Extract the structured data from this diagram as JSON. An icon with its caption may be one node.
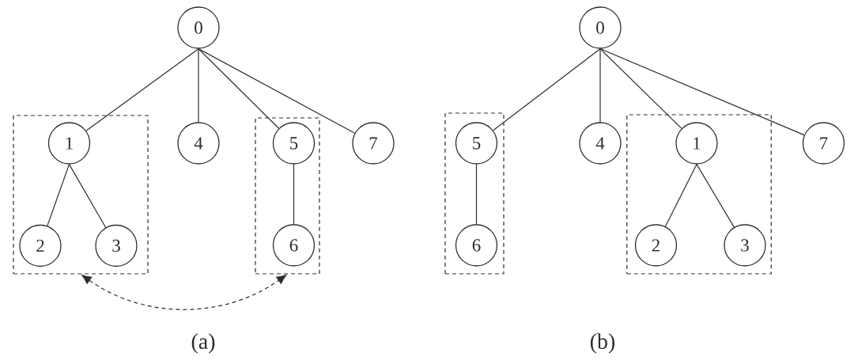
{
  "diagram": {
    "nodes": [
      {
        "text": [
          "0"
        ]
      },
      {
        "text": [],
        "shape": "box"
      },
      {
        "text": [
          "1"
        ],
        "in": 1
      },
      {
        "text": [
          "4"
        ]
      },
      {
        "text": [],
        "shape": "box"
      },
      {
        "text": [
          "5"
        ],
        "in": 4
      },
      {
        "text": [
          "7"
        ]
      },
      {
        "text": [
          "2"
        ],
        "in": 1
      },
      {
        "text": [
          "3"
        ],
        "in": 1
      },
      {
        "text": [
          "6"
        ],
        "in": 4
      },
      {
        "text": [
          "0"
        ]
      },
      {
        "text": [],
        "shape": "box"
      },
      {
        "text": [
          "5"
        ],
        "in": 11
      },
      {
        "text": [
          "4"
        ]
      },
      {
        "text": [],
        "shape": "box"
      },
      {
        "text": [
          "1"
        ],
        "in": 14
      },
      {
        "text": [
          "7"
        ]
      },
      {
        "text": [
          "6"
        ],
        "in": 11
      },
      {
        "text": [
          "2"
        ],
        "in": 14
      },
      {
        "text": [
          "3"
        ],
        "in": 14
      }
    ],
    "edges": [
      {
        "from": 0,
        "to": 2,
        "arrow": "none"
      },
      {
        "from": 0,
        "to": 3,
        "arrow": "none"
      },
      {
        "from": 0,
        "to": 5,
        "arrow": "none"
      },
      {
        "from": 0,
        "to": 6,
        "arrow": "none"
      },
      {
        "from": 2,
        "to": 7,
        "arrow": "none"
      },
      {
        "from": 2,
        "to": 8,
        "arrow": "none"
      },
      {
        "from": 5,
        "to": 9,
        "arrow": "none"
      },
      {
        "from": 1,
        "to": 4,
        "arrow": "both",
        "style": "dashed"
      },
      {
        "from": 10,
        "to": 12,
        "arrow": "none"
      },
      {
        "from": 10,
        "to": 13,
        "arrow": "none"
      },
      {
        "from": 10,
        "to": 15,
        "arrow": "none"
      },
      {
        "from": 10,
        "to": 16,
        "arrow": "none"
      },
      {
        "from": 12,
        "to": 17,
        "arrow": "none"
      },
      {
        "from": 15,
        "to": 18,
        "arrow": "none"
      },
      {
        "from": 15,
        "to": 19,
        "arrow": "none"
      }
    ],
    "labels": [
      "(a)",
      "(b)"
    ]
  }
}
